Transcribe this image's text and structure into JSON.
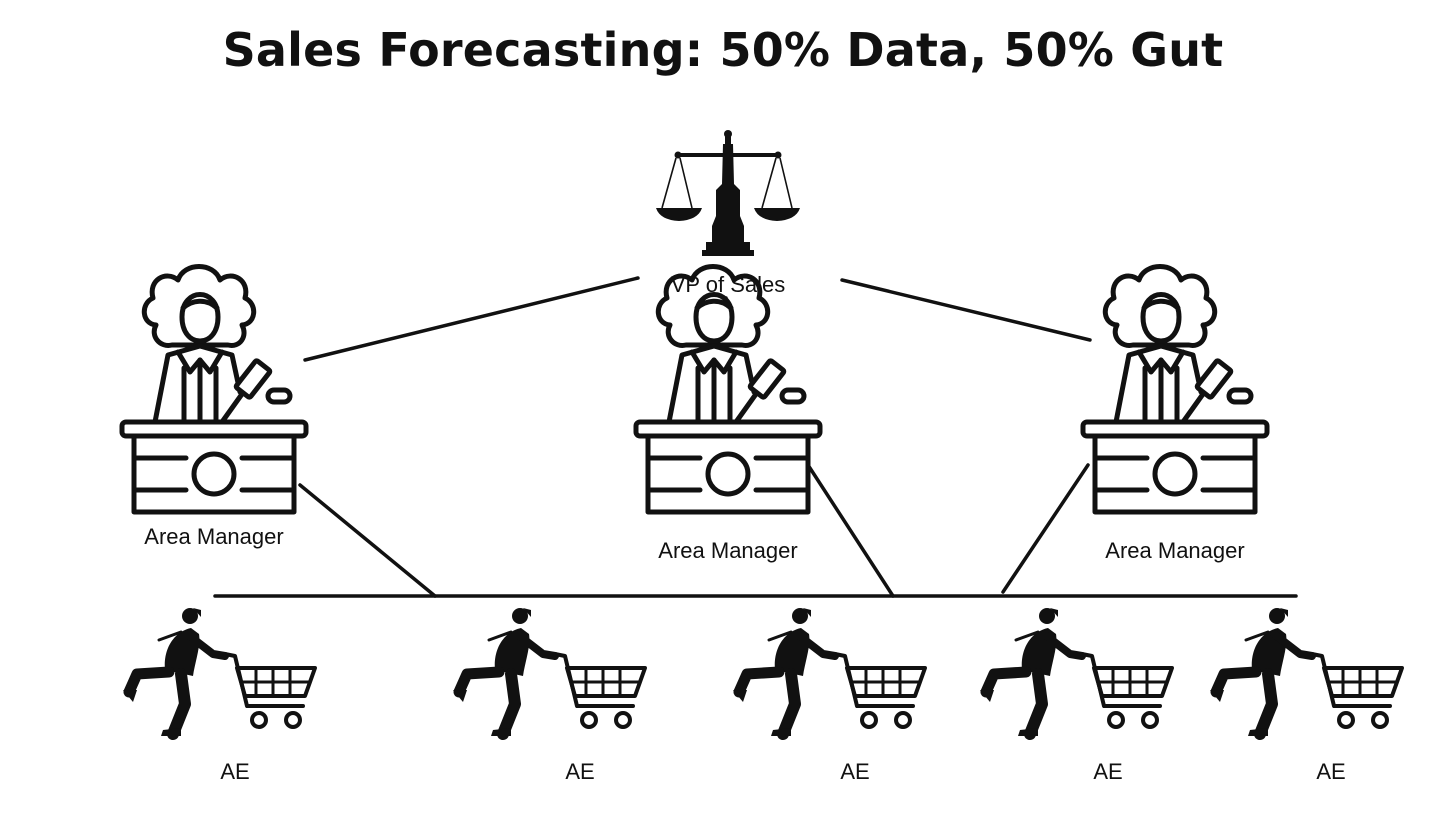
{
  "title": "Sales Forecasting: 50% Data, 50% Gut",
  "root": {
    "label": "VP of Sales",
    "icon": "scales-of-justice-icon"
  },
  "managers": [
    {
      "label": "Area Manager",
      "icon": "judge-at-bench-icon"
    },
    {
      "label": "Area Manager",
      "icon": "judge-at-bench-icon"
    },
    {
      "label": "Area Manager",
      "icon": "judge-at-bench-icon"
    }
  ],
  "reps": [
    {
      "label": "AE",
      "icon": "running-shopper-cart-icon"
    },
    {
      "label": "AE",
      "icon": "running-shopper-cart-icon"
    },
    {
      "label": "AE",
      "icon": "running-shopper-cart-icon"
    },
    {
      "label": "AE",
      "icon": "running-shopper-cart-icon"
    },
    {
      "label": "AE",
      "icon": "running-shopper-cart-icon"
    }
  ],
  "colors": {
    "ink": "#111111",
    "background": "#ffffff"
  }
}
